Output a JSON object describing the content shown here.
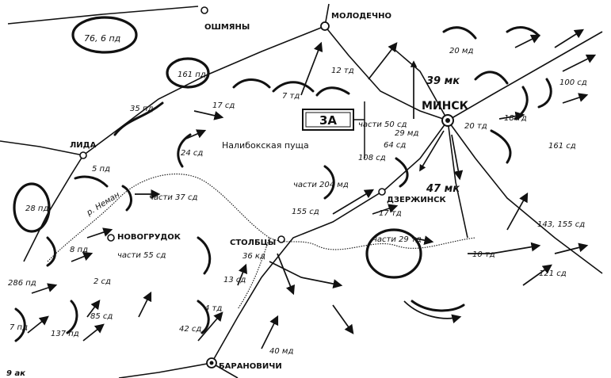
{
  "cities": {
    "oshmyany": "ОШМЯНЫ",
    "molodechno": "МОЛОДЕЧНО",
    "minsk": "МИНСК",
    "lida": "ЛИДА",
    "novogrudok": "НОВОГРУДОК",
    "stolbtsy": "СТОЛБЦЫ",
    "dzerzhinsk": "ДЗЕРЖИНСК",
    "baranovichi": "БАРАНОВИЧИ"
  },
  "region": "Налибокская пуща",
  "river": "р. Неман",
  "army_box": "3А",
  "corps": [
    "39 мк",
    "47 мк"
  ],
  "units": {
    "u76_6pd": "76, 6 пд",
    "u161pd": "161 пд",
    "u35pd": "35 пд",
    "u5pd": "5 пд",
    "u28pd": "28 пд",
    "u8pd": "8 пд",
    "u286pd": "286 пд",
    "u7pd": "7 пд",
    "u137pd": "137 пд",
    "u85sd": "85 сд",
    "u2sd": "2 сд",
    "u17sd": "17 сд",
    "u24sd": "24 сд",
    "u37sd": "части 37 сд",
    "u55sd": "части 55 сд",
    "u12td": "12 тд",
    "u7td": "7 тд",
    "u50sd": "части 50 сд",
    "u29md": "29 мд",
    "u64sd": "64 сд",
    "u108sd": "108 сд",
    "u204md": "части 204 мд",
    "u155sd": "155 сд",
    "u17td": "17 тд",
    "u29td": "части 29 тд",
    "u20md": "20 мд",
    "u100sd": "100 сд",
    "u20td": "20 тд",
    "u18td": "18 тд",
    "u161sd": "161 сд",
    "u143_155sd": "143, 155 сд",
    "u10td": "10 тд",
    "u121sd": "121 сд",
    "u36kd": "36 кд",
    "u13sd": "13 сд",
    "u4td": "4 тд",
    "u42sd": "42 сд",
    "u40md": "40 мд",
    "u9ak": "9 ак"
  }
}
